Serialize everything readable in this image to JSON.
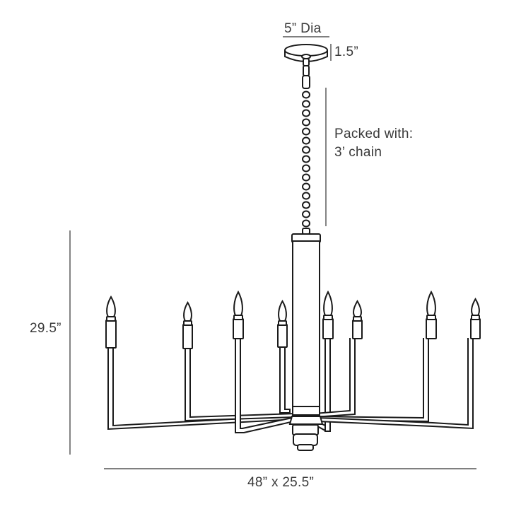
{
  "dimensions": {
    "canopy_diameter": "5” Dia",
    "canopy_height": "1.5”",
    "overall_height": "29.5”",
    "overall_size": "48” x 25.5”"
  },
  "note": {
    "line1": "Packed with:",
    "line2": "3’ chain"
  },
  "colors": {
    "stroke": "#1a1a1a",
    "dimension_line": "#333333",
    "text": "#3a3a3a",
    "background": "#ffffff"
  }
}
